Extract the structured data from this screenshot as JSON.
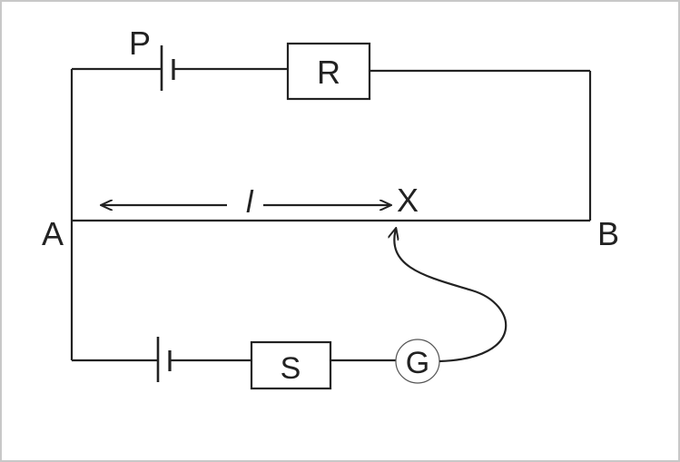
{
  "labels": {
    "point_a": "A",
    "point_b": "B",
    "battery_p": "P",
    "resistor_r": "R",
    "resistor_s": "S",
    "galvanometer": "G",
    "contact_x": "X",
    "length_l": "l"
  },
  "colors": {
    "wire": "#222222",
    "frame": "#c8c8c8",
    "background": "#ffffff"
  }
}
